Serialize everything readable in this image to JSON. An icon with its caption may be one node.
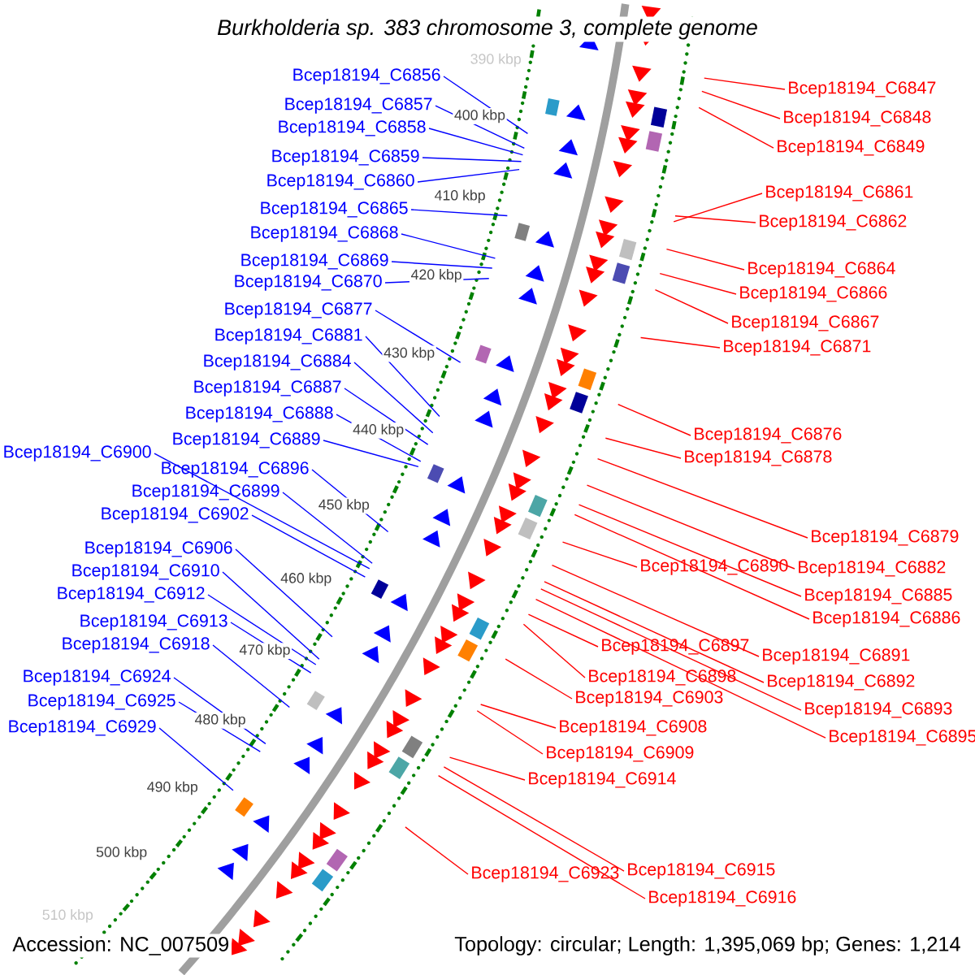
{
  "diagram": {
    "title": "Burkholderia sp. 383 chromosome 3, complete genome",
    "nodes": [
      {
        "text": [
          "Bcep18194_C6856"
        ]
      },
      {
        "text": [
          "Bcep18194_C6857"
        ]
      },
      {
        "text": [
          "Bcep18194_C6858"
        ]
      },
      {
        "text": [
          "Bcep18194_C6859"
        ]
      },
      {
        "text": [
          "Bcep18194_C6860"
        ]
      },
      {
        "text": [
          "Bcep18194_C6865"
        ]
      },
      {
        "text": [
          "Bcep18194_C6868"
        ]
      },
      {
        "text": [
          "Bcep18194_C6869"
        ]
      },
      {
        "text": [
          "Bcep18194_C6870"
        ]
      },
      {
        "text": [
          "Bcep18194_C6877"
        ]
      },
      {
        "text": [
          "Bcep18194_C6881"
        ]
      },
      {
        "text": [
          "Bcep18194_C6884"
        ]
      },
      {
        "text": [
          "Bcep18194_C6887"
        ]
      },
      {
        "text": [
          "Bcep18194_C6888"
        ]
      },
      {
        "text": [
          "Bcep18194_C6889"
        ]
      },
      {
        "text": [
          "Bcep18194_C6900"
        ]
      },
      {
        "text": [
          "Bcep18194_C6896"
        ]
      },
      {
        "text": [
          "Bcep18194_C6899"
        ]
      },
      {
        "text": [
          "Bcep18194_C6902"
        ]
      },
      {
        "text": [
          "Bcep18194_C6906"
        ]
      },
      {
        "text": [
          "Bcep18194_C6910"
        ]
      },
      {
        "text": [
          "Bcep18194_C6912"
        ]
      },
      {
        "text": [
          "Bcep18194_C6913"
        ]
      },
      {
        "text": [
          "Bcep18194_C6918"
        ]
      },
      {
        "text": [
          "Bcep18194_C6924"
        ]
      },
      {
        "text": [
          "Bcep18194_C6925"
        ]
      },
      {
        "text": [
          "Bcep18194_C6929"
        ]
      },
      {
        "text": [
          "Bcep18194_C6847"
        ]
      },
      {
        "text": [
          "Bcep18194_C6848"
        ]
      },
      {
        "text": [
          "Bcep18194_C6849"
        ]
      },
      {
        "text": [
          "Bcep18194_C6861"
        ]
      },
      {
        "text": [
          "Bcep18194_C6862"
        ]
      },
      {
        "text": [
          "Bcep18194_C6864"
        ]
      },
      {
        "text": [
          "Bcep18194_C6866"
        ]
      },
      {
        "text": [
          "Bcep18194_C6867"
        ]
      },
      {
        "text": [
          "Bcep18194_C6871"
        ]
      },
      {
        "text": [
          "Bcep18194_C6876"
        ]
      },
      {
        "text": [
          "Bcep18194_C6878"
        ]
      },
      {
        "text": [
          "Bcep18194_C6879"
        ]
      },
      {
        "text": [
          "Bcep18194_C6890"
        ]
      },
      {
        "text": [
          "Bcep18194_C6882"
        ]
      },
      {
        "text": [
          "Bcep18194_C6885"
        ]
      },
      {
        "text": [
          "Bcep18194_C6886"
        ]
      },
      {
        "text": [
          "Bcep18194_C6897"
        ]
      },
      {
        "text": [
          "Bcep18194_C6891"
        ]
      },
      {
        "text": [
          "Bcep18194_C6898"
        ]
      },
      {
        "text": [
          "Bcep18194_C6892"
        ]
      },
      {
        "text": [
          "Bcep18194_C6903"
        ]
      },
      {
        "text": [
          "Bcep18194_C6893"
        ]
      },
      {
        "text": [
          "Bcep18194_C6895"
        ]
      },
      {
        "text": [
          "Bcep18194_C6908"
        ]
      },
      {
        "text": [
          "Bcep18194_C6909"
        ]
      },
      {
        "text": [
          "Bcep18194_C6914"
        ]
      },
      {
        "text": [
          "Bcep18194_C6923"
        ]
      },
      {
        "text": [
          "Bcep18194_C6915"
        ]
      },
      {
        "text": [
          "Bcep18194_C6916"
        ]
      }
    ],
    "edges": [
      {
        "from": 0,
        "to": null,
        "arrow": "none",
        "color": "#0000ff"
      },
      {
        "from": 1,
        "to": null,
        "arrow": "none",
        "color": "#0000ff"
      },
      {
        "from": 2,
        "to": null,
        "arrow": "none",
        "color": "#0000ff"
      },
      {
        "from": 3,
        "to": null,
        "arrow": "none",
        "color": "#0000ff"
      },
      {
        "from": 4,
        "to": null,
        "arrow": "none",
        "color": "#0000ff"
      },
      {
        "from": 5,
        "to": null,
        "arrow": "none",
        "color": "#0000ff"
      },
      {
        "from": 6,
        "to": null,
        "arrow": "none",
        "color": "#0000ff"
      },
      {
        "from": 7,
        "to": null,
        "arrow": "none",
        "color": "#0000ff"
      },
      {
        "from": 8,
        "to": null,
        "arrow": "none",
        "color": "#0000ff"
      },
      {
        "from": 9,
        "to": null,
        "arrow": "none",
        "color": "#0000ff"
      },
      {
        "from": 10,
        "to": null,
        "arrow": "none",
        "color": "#0000ff"
      },
      {
        "from": 11,
        "to": null,
        "arrow": "none",
        "color": "#0000ff"
      },
      {
        "from": 12,
        "to": null,
        "arrow": "none",
        "color": "#0000ff"
      },
      {
        "from": 13,
        "to": null,
        "arrow": "none",
        "color": "#0000ff"
      },
      {
        "from": 14,
        "to": null,
        "arrow": "none",
        "color": "#0000ff"
      },
      {
        "from": 15,
        "to": null,
        "arrow": "none",
        "color": "#0000ff"
      },
      {
        "from": 16,
        "to": null,
        "arrow": "none",
        "color": "#0000ff"
      },
      {
        "from": 17,
        "to": null,
        "arrow": "none",
        "color": "#0000ff"
      },
      {
        "from": 18,
        "to": null,
        "arrow": "none",
        "color": "#0000ff"
      },
      {
        "from": 19,
        "to": null,
        "arrow": "none",
        "color": "#0000ff"
      },
      {
        "from": 20,
        "to": null,
        "arrow": "none",
        "color": "#0000ff"
      },
      {
        "from": 21,
        "to": null,
        "arrow": "none",
        "color": "#0000ff"
      },
      {
        "from": 22,
        "to": null,
        "arrow": "none",
        "color": "#0000ff"
      },
      {
        "from": 23,
        "to": null,
        "arrow": "none",
        "color": "#0000ff"
      },
      {
        "from": 24,
        "to": null,
        "arrow": "none",
        "color": "#0000ff"
      },
      {
        "from": 25,
        "to": null,
        "arrow": "none",
        "color": "#0000ff"
      },
      {
        "from": 26,
        "to": null,
        "arrow": "none",
        "color": "#0000ff"
      },
      {
        "from": 27,
        "to": null,
        "arrow": "none"
      },
      {
        "from": 28,
        "to": null,
        "arrow": "none"
      },
      {
        "from": 29,
        "to": null,
        "arrow": "none"
      },
      {
        "from": 30,
        "to": null,
        "arrow": "none"
      },
      {
        "from": 31,
        "to": null,
        "arrow": "none"
      },
      {
        "from": 32,
        "to": null,
        "arrow": "none"
      },
      {
        "from": 33,
        "to": null,
        "arrow": "none"
      },
      {
        "from": 34,
        "to": null,
        "arrow": "none"
      },
      {
        "from": 35,
        "to": null,
        "arrow": "none"
      },
      {
        "from": 36,
        "to": null,
        "arrow": "none"
      },
      {
        "from": 37,
        "to": null,
        "arrow": "none"
      },
      {
        "from": 38,
        "to": null,
        "arrow": "none"
      },
      {
        "from": 39,
        "to": null,
        "arrow": "none"
      },
      {
        "from": 40,
        "to": null,
        "arrow": "none"
      },
      {
        "from": 41,
        "to": null,
        "arrow": "none"
      },
      {
        "from": 42,
        "to": null,
        "arrow": "none"
      },
      {
        "from": 43,
        "to": null,
        "arrow": "none"
      },
      {
        "from": 44,
        "to": null,
        "arrow": "none"
      },
      {
        "from": 45,
        "to": null,
        "arrow": "none"
      },
      {
        "from": 46,
        "to": null,
        "arrow": "none"
      },
      {
        "from": 47,
        "to": null,
        "arrow": "none"
      },
      {
        "from": 48,
        "to": null,
        "arrow": "none"
      },
      {
        "from": 49,
        "to": null,
        "arrow": "none"
      },
      {
        "from": 50,
        "to": null,
        "arrow": "none"
      },
      {
        "from": 51,
        "to": null,
        "arrow": "none"
      },
      {
        "from": 52,
        "to": null,
        "arrow": "none"
      },
      {
        "from": 53,
        "to": null,
        "arrow": "none"
      },
      {
        "from": 54,
        "to": null,
        "arrow": "none"
      },
      {
        "from": 55,
        "to": null,
        "arrow": "none"
      }
    ],
    "labels": [
      "390 kbp",
      "400 kbp",
      "410 kbp",
      "420 kbp",
      "430 kbp",
      "440 kbp",
      "450 kbp",
      "460 kbp",
      "470 kbp",
      "480 kbp",
      "490 kbp",
      "500 kbp",
      "510 kbp",
      "Accession: NC_007509",
      "Topology: circular; Length: 1,395,069 bp; Genes: 1,214"
    ]
  }
}
